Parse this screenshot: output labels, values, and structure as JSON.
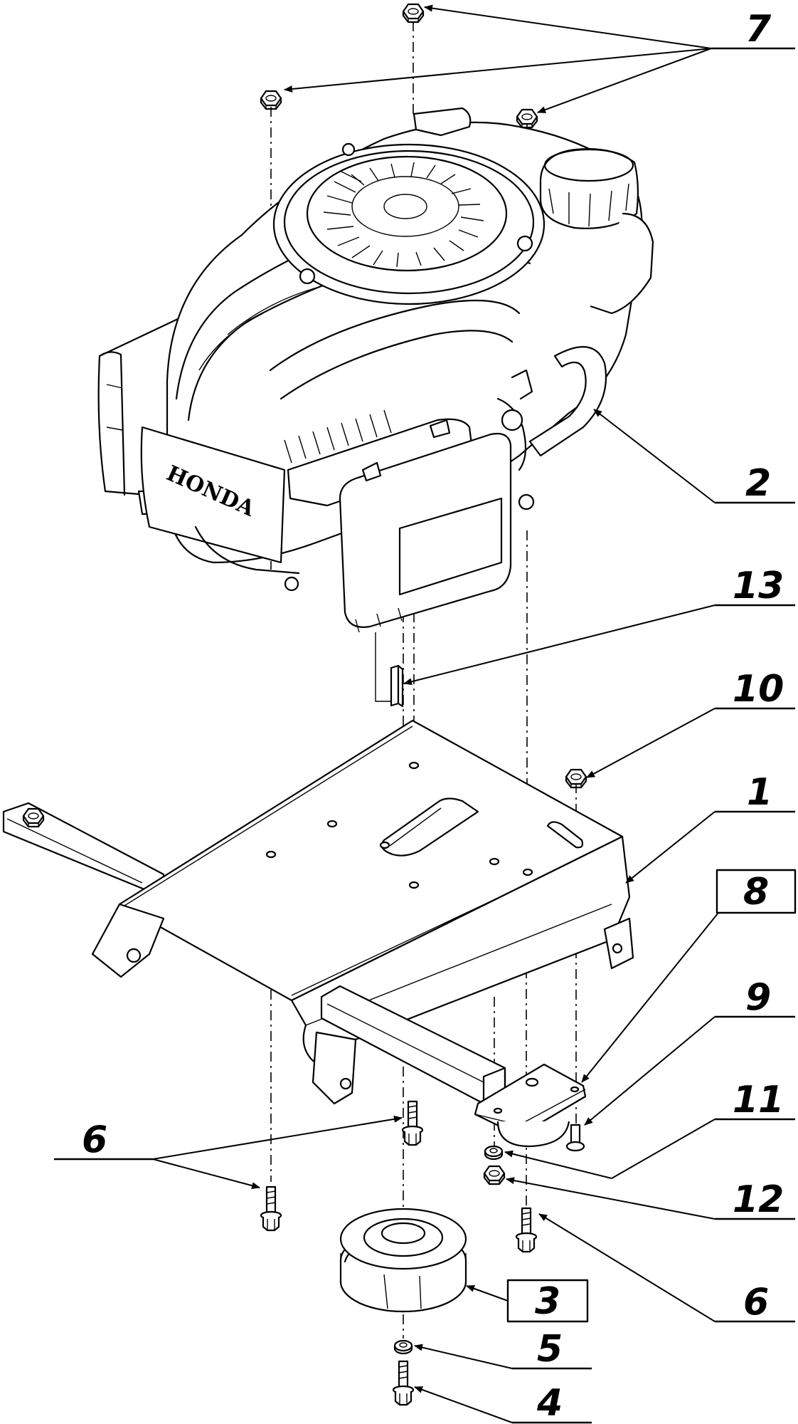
{
  "diagram": {
    "brand_text": "HONDA",
    "callouts": [
      {
        "id": "c7",
        "text": "7",
        "boxed": false
      },
      {
        "id": "c2",
        "text": "2",
        "boxed": false
      },
      {
        "id": "c13",
        "text": "13",
        "boxed": false
      },
      {
        "id": "c10",
        "text": "10",
        "boxed": false
      },
      {
        "id": "c1",
        "text": "1",
        "boxed": false
      },
      {
        "id": "c8",
        "text": "8",
        "boxed": true
      },
      {
        "id": "c9",
        "text": "9",
        "boxed": false
      },
      {
        "id": "c11",
        "text": "11",
        "boxed": false
      },
      {
        "id": "c6a",
        "text": "6",
        "boxed": false
      },
      {
        "id": "c12",
        "text": "12",
        "boxed": false
      },
      {
        "id": "c3",
        "text": "3",
        "boxed": true
      },
      {
        "id": "c6b",
        "text": "6",
        "boxed": false
      },
      {
        "id": "c5",
        "text": "5",
        "boxed": false
      },
      {
        "id": "c4",
        "text": "4",
        "boxed": false
      }
    ]
  }
}
